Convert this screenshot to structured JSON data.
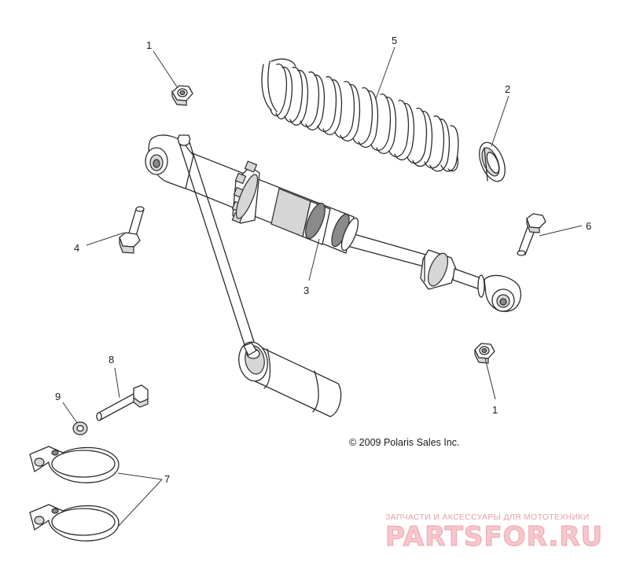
{
  "callouts": {
    "c1a": "1",
    "c1b": "1",
    "c2": "2",
    "c3": "3",
    "c4": "4",
    "c5": "5",
    "c6": "6",
    "c7": "7",
    "c8": "8",
    "c9": "9"
  },
  "copyright": "© 2009 Polaris Sales Inc.",
  "watermark": {
    "tagline": "ЗАПЧАСТИ И АКСЕССУАРЫ ДЛЯ МОТОТЕХНИКИ",
    "logo": "PARTSFOR.RU"
  },
  "colors": {
    "linework": "#2b2b2b",
    "watermark": "#f0aab3"
  }
}
